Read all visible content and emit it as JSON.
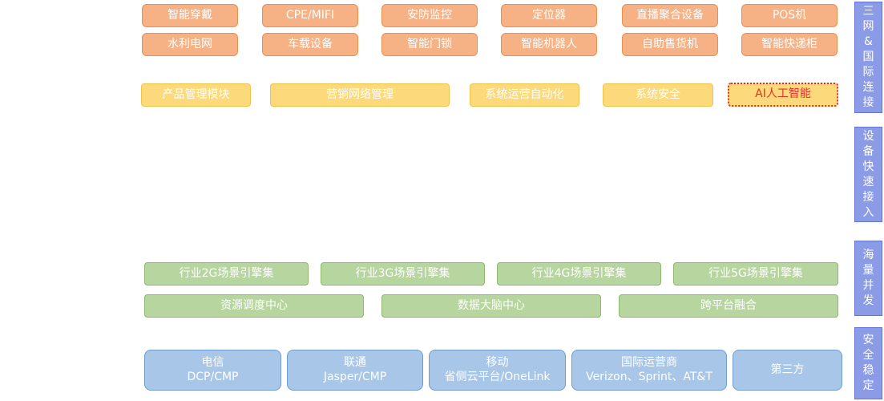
{
  "devices_row1": [
    "智能穿戴",
    "CPE/MIFI",
    "安防监控",
    "定位器",
    "直播聚合设备",
    "POS机"
  ],
  "devices_row2": [
    "水利电网",
    "车载设备",
    "智能门锁",
    "智能机器人",
    "自助售货机",
    "智能快递柜"
  ],
  "modules": [
    "产品管理模块",
    "营销网络管理",
    "系统运营自动化",
    "系统安全",
    "AI人工智能"
  ],
  "engines": [
    "行业2G场景引擎集",
    "行业3G场景引擎集",
    "行业4G场景引擎集",
    "行业5G场景引擎集"
  ],
  "centers": [
    "资源调度中心",
    "数据大脑中心",
    "跨平台融合"
  ],
  "carriers": [
    {
      "line1": "电信",
      "line2": "DCP/CMP"
    },
    {
      "line1": "联通",
      "line2": "Jasper/CMP"
    },
    {
      "line1": "移动",
      "line2": "省侧云平台/OneLink"
    },
    {
      "line1": "国际运营商",
      "line2": "Verizon、Sprint、AT&T"
    },
    {
      "line1": "第三方",
      "line2": ""
    }
  ],
  "side_labels": [
    "三网&国际连接",
    "设备快速接入",
    "海量并发",
    "安全稳定"
  ],
  "colors": {
    "device_fill": "#f6b185",
    "module_fill": "#fcd97a",
    "ai_text": "#e0322c",
    "engine_fill": "#b7d59e",
    "carrier_fill": "#a8c6e8",
    "side_fill": "#8b9be6"
  }
}
